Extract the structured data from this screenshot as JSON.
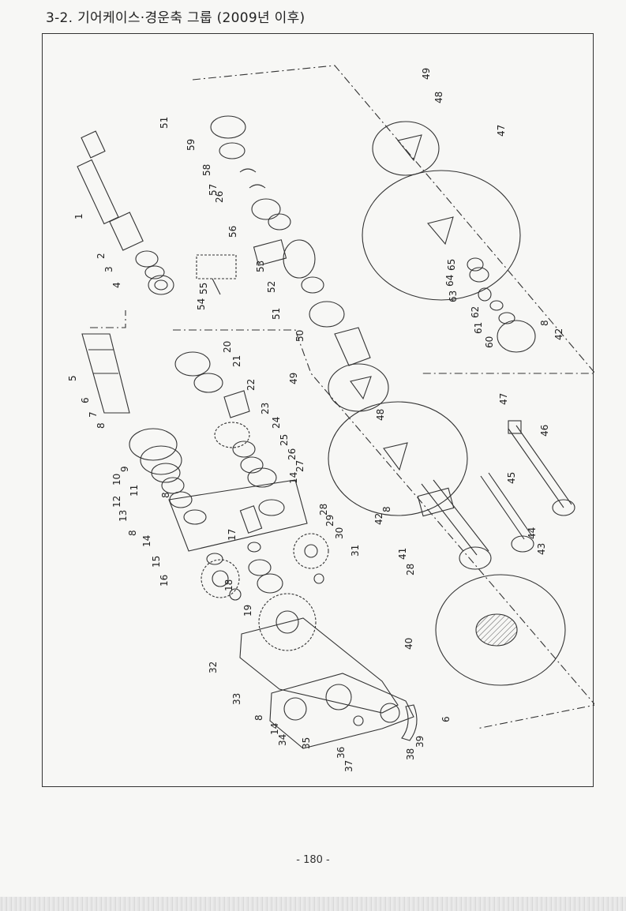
{
  "title": "3-2. 기어케이스·경운축 그룹 (2009년 이후)",
  "page_number": "- 180 -",
  "callouts": [
    "1",
    "2",
    "3",
    "4",
    "5",
    "6",
    "7",
    "8",
    "9",
    "10",
    "11",
    "12",
    "13",
    "8",
    "14",
    "15",
    "16",
    "17",
    "18",
    "19",
    "20",
    "21",
    "22",
    "23",
    "24",
    "25",
    "26",
    "27",
    "14",
    "8",
    "28",
    "29",
    "30",
    "31",
    "32",
    "33",
    "8",
    "14",
    "34",
    "35",
    "36",
    "37",
    "38",
    "39",
    "6",
    "40",
    "41",
    "28",
    "42",
    "8",
    "43",
    "44",
    "45",
    "46",
    "47",
    "48",
    "49",
    "50",
    "51",
    "52",
    "53",
    "54",
    "55",
    "56",
    "26",
    "57",
    "58",
    "59",
    "51",
    "49",
    "48",
    "47",
    "65",
    "64",
    "63",
    "62",
    "61",
    "60",
    "8",
    "42"
  ]
}
